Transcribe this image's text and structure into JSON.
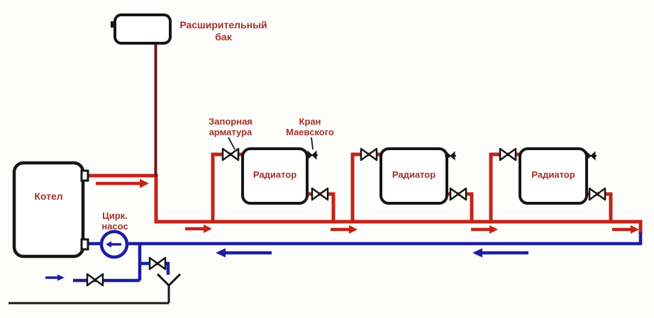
{
  "colors": {
    "bg": "#fdfdfc",
    "supply-red": "#c22418",
    "expansion-pipe-red": "#6e1613",
    "return-blue": "#1d1da1",
    "label-red": "#a33028",
    "diagram-black": "#161616"
  },
  "labels": {
    "expansion_tank": "Расширительный бак",
    "boiler": "Котел",
    "pump": "Цирк. насос",
    "shutoff_valve": "Запорная арматура",
    "mayevsky_valve": "Кран Маевского"
  },
  "radiators": [
    {
      "label": "Радиатор"
    },
    {
      "label": "Радиатор"
    },
    {
      "label": "Радиатор"
    }
  ]
}
